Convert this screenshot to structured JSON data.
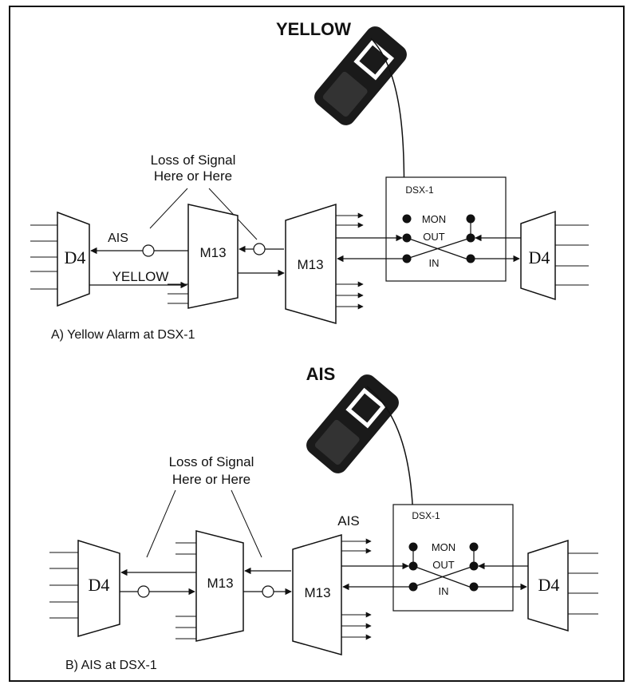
{
  "diagram_a": {
    "title": "YELLOW",
    "loss_label_line1": "Loss of Signal",
    "loss_label_line2": "Here or Here",
    "ais_label": "AIS",
    "yellow_label": "YELLOW",
    "d4_left": "D4",
    "m13_left": "M13",
    "m13_right": "M13",
    "d4_right": "D4",
    "dsx_title": "DSX-1",
    "mon": "MON",
    "out": "OUT",
    "in": "IN",
    "caption": "A) Yellow Alarm at DSX-1"
  },
  "diagram_b": {
    "title": "AIS",
    "loss_label_line1": "Loss of Signal",
    "loss_label_line2": "Here or Here",
    "ais_label": "AIS",
    "d4_left": "D4",
    "m13_left": "M13",
    "m13_right": "M13",
    "d4_right": "D4",
    "dsx_title": "DSX-1",
    "mon": "MON",
    "out": "OUT",
    "in": "IN",
    "caption": "B) AIS at DSX-1"
  },
  "colors": {
    "ink": "#111111",
    "background": "#ffffff",
    "tester_body": "#1a1a1a",
    "tester_screen": "#ffffff"
  }
}
